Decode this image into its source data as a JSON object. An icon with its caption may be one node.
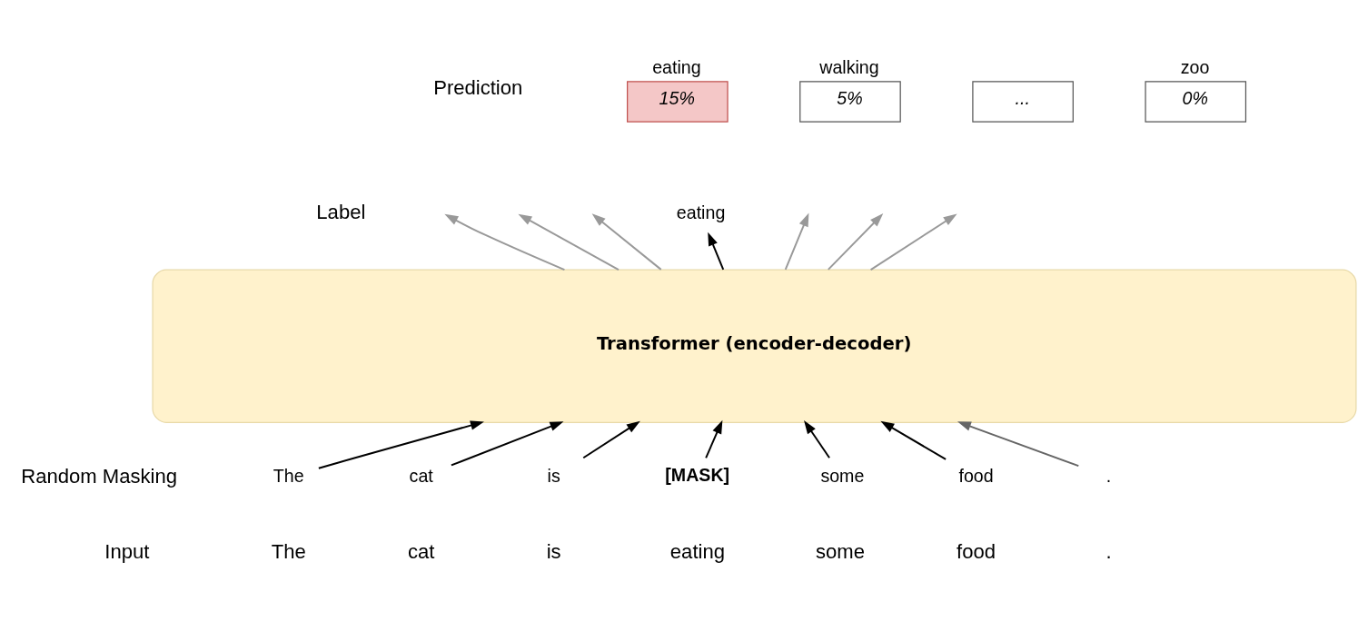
{
  "diagram": {
    "nodes": [
      {
        "text": [
          "15%"
        ],
        "beside": [
          "eating"
        ]
      },
      {
        "text": [
          "5%"
        ],
        "beside": [
          "walking"
        ]
      },
      {
        "text": [
          "..."
        ]
      },
      {
        "text": [
          "0%"
        ],
        "beside": [
          "zoo"
        ]
      },
      {
        "text": [
          "eating"
        ]
      },
      {
        "text": [
          "Transformer (encoder-decoder)"
        ]
      },
      {
        "text": [
          "The"
        ]
      },
      {
        "text": [
          "cat"
        ]
      },
      {
        "text": [
          "is"
        ]
      },
      {
        "text": [
          "[MASK]"
        ]
      },
      {
        "text": [
          "some"
        ]
      },
      {
        "text": [
          "food"
        ]
      },
      {
        "text": [
          "."
        ]
      }
    ],
    "edges": [
      {
        "from": 6,
        "to": 5,
        "arrow": "to"
      },
      {
        "from": 7,
        "to": 5,
        "arrow": "to"
      },
      {
        "from": 8,
        "to": 5,
        "arrow": "to"
      },
      {
        "from": 9,
        "to": 5,
        "arrow": "to"
      },
      {
        "from": 10,
        "to": 5,
        "arrow": "to"
      },
      {
        "from": 11,
        "to": 5,
        "arrow": "to"
      },
      {
        "from": 12,
        "to": 5,
        "arrow": "to",
        "color": "#666666"
      },
      {
        "from": 5,
        "to": null,
        "arrow": "to",
        "color": "#999999"
      },
      {
        "from": 5,
        "to": null,
        "arrow": "to",
        "color": "#999999"
      },
      {
        "from": 5,
        "to": null,
        "arrow": "to",
        "color": "#999999"
      },
      {
        "from": 5,
        "to": 4,
        "arrow": "to"
      },
      {
        "from": 5,
        "to": null,
        "arrow": "to",
        "color": "#999999"
      },
      {
        "from": 5,
        "to": null,
        "arrow": "to",
        "color": "#999999"
      },
      {
        "from": 5,
        "to": null,
        "arrow": "to",
        "color": "#999999"
      }
    ],
    "labels": [
      "Prediction",
      "Label",
      "Random Masking",
      "Input",
      "The",
      "cat",
      "is",
      "eating",
      "some",
      "food",
      "."
    ]
  }
}
